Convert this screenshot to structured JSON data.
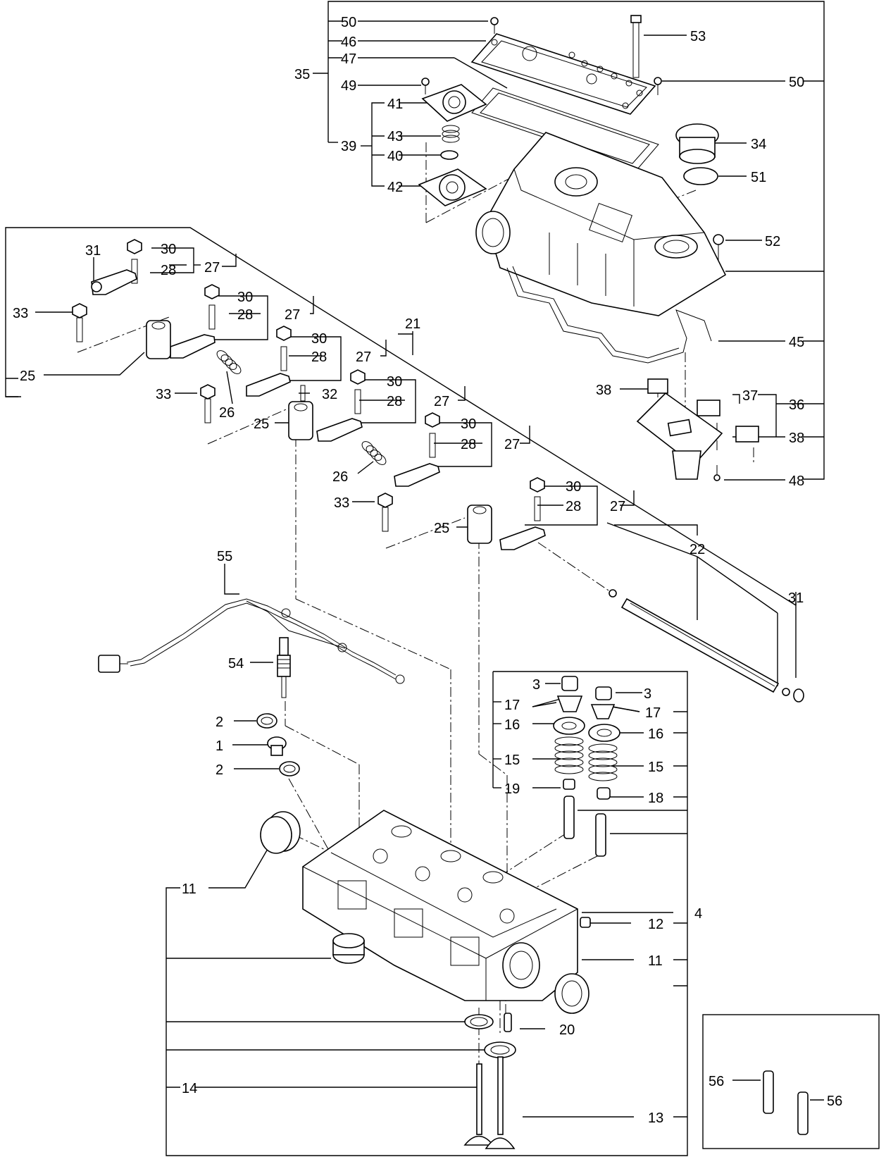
{
  "diagram": {
    "title": "",
    "callouts": {
      "c1": "1",
      "c2": "2",
      "c3": "3",
      "c4": "4",
      "c11": "11",
      "c12": "12",
      "c13": "13",
      "c14": "14",
      "c15": "15",
      "c16": "16",
      "c17": "17",
      "c18": "18",
      "c19": "19",
      "c20": "20",
      "c21": "21",
      "c22": "22",
      "c25": "25",
      "c26": "26",
      "c27": "27",
      "c28": "28",
      "c30": "30",
      "c31": "31",
      "c32": "32",
      "c33": "33",
      "c34": "34",
      "c35": "35",
      "c36": "36",
      "c37": "37",
      "c38": "38",
      "c39": "39",
      "c40": "40",
      "c41": "41",
      "c42": "42",
      "c43": "43",
      "c45": "45",
      "c46": "46",
      "c47": "47",
      "c48": "48",
      "c49": "49",
      "c50": "50",
      "c51": "51",
      "c52": "52",
      "c53": "53",
      "c54": "54",
      "c55": "55",
      "c56": "56"
    }
  }
}
